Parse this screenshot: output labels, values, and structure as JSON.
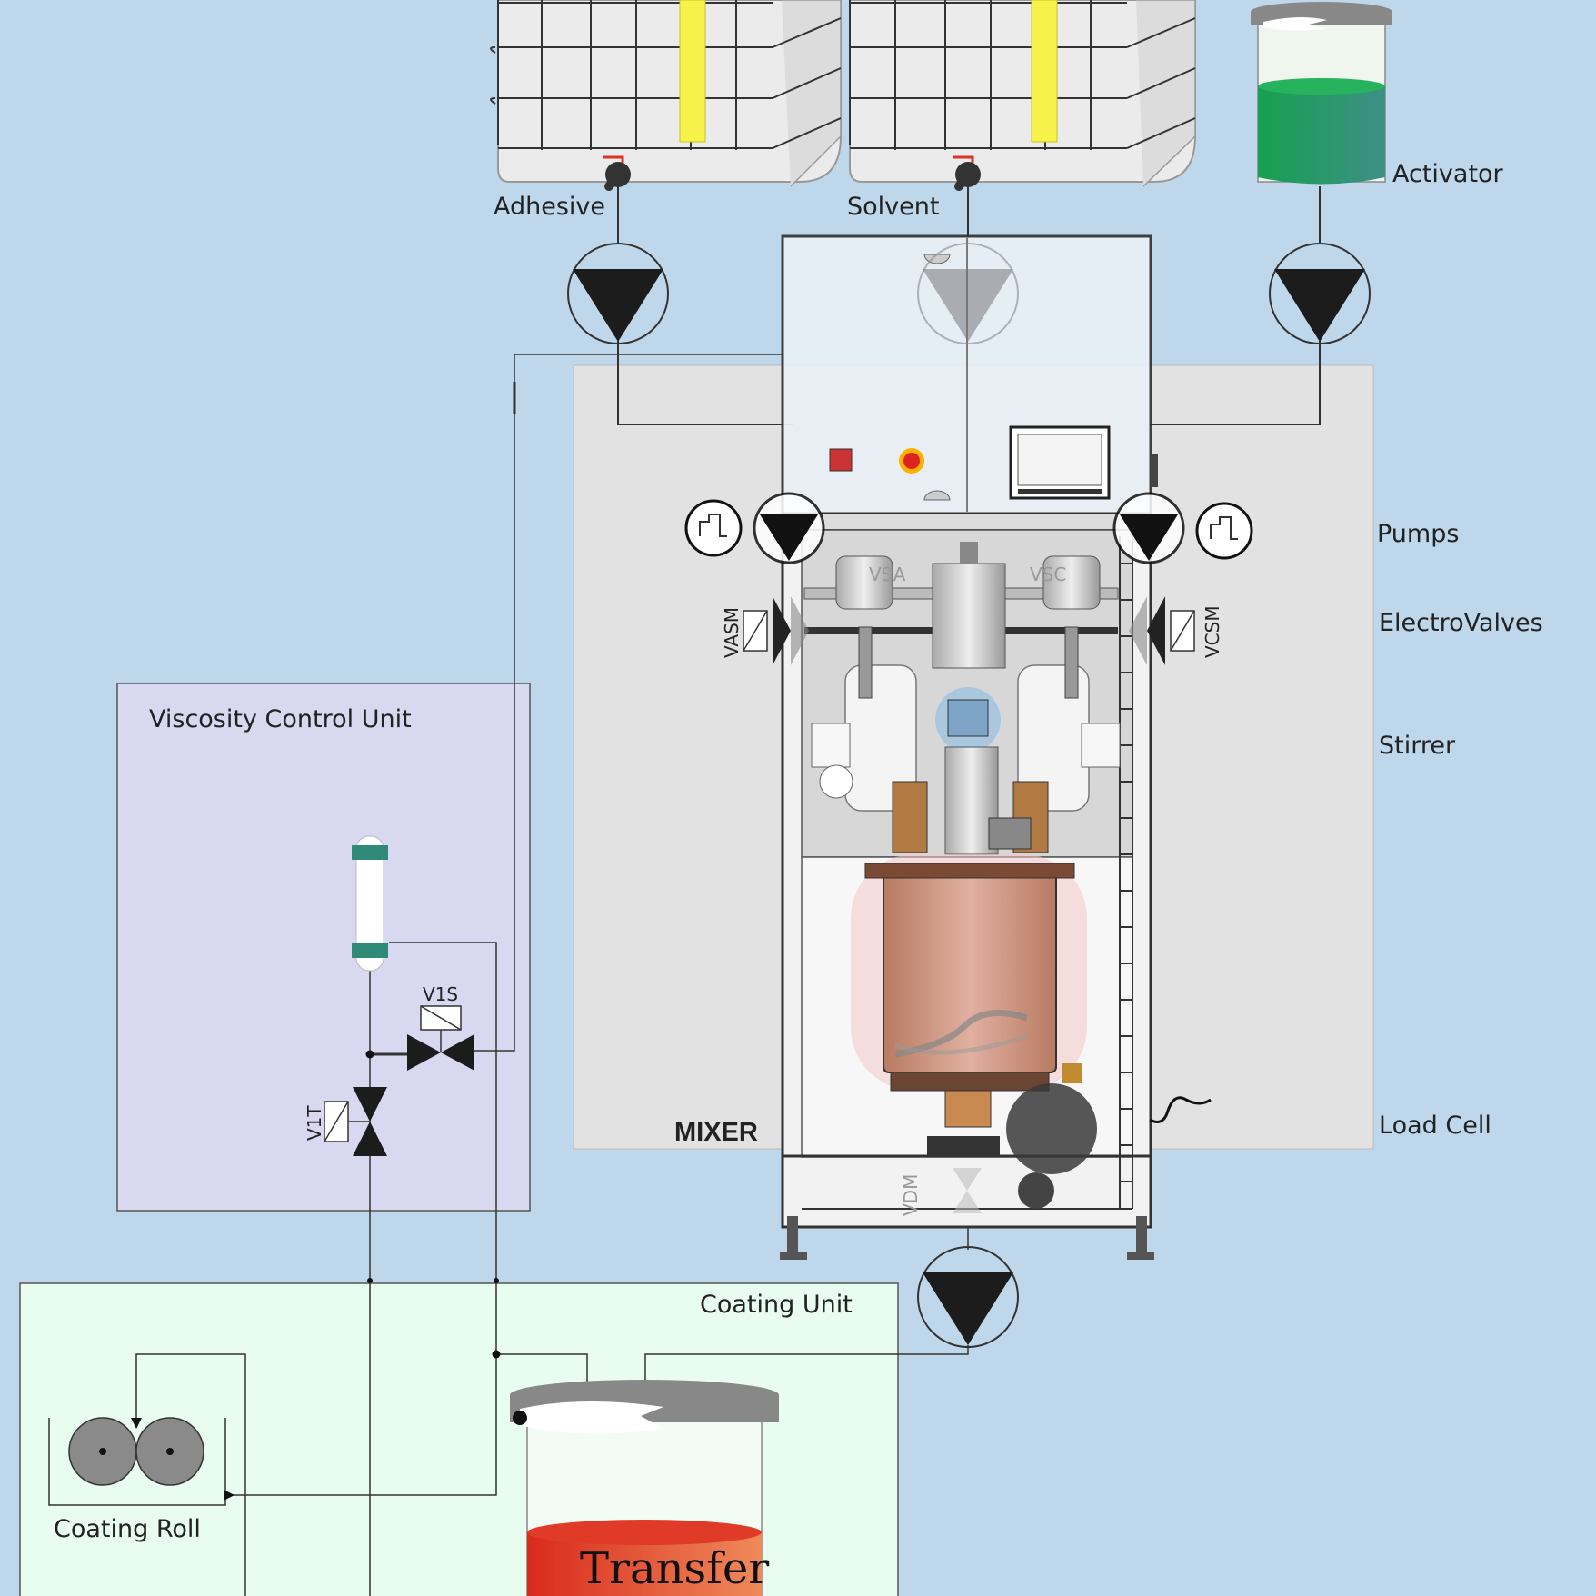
{
  "tanks": {
    "adhesive": "Adhesive",
    "solvent": "Solvent",
    "activator": "Activator"
  },
  "mixer": {
    "title": "MIXER",
    "side_labels": {
      "pumps": "Pumps",
      "electrovalves": "ElectroValves",
      "stirrer": "Stirrer",
      "load_cell": "Load Cell"
    },
    "valves": {
      "vasm": "VASM",
      "vcsm": "VCSM",
      "vsa": "VSA",
      "vsc": "VSC",
      "vdm": "VDM"
    }
  },
  "viscosity_unit": {
    "title": "Viscosity Control Unit",
    "valve_v1s": "V1S",
    "valve_v1t": "V1T"
  },
  "coating_unit": {
    "title": "Coating Unit",
    "roll": "Coating Roll",
    "transfer": "Transfer"
  },
  "colors": {
    "background": "#bfd7ea",
    "viscosity_box": "#d8d8f0",
    "coating_box": "#e8fcef",
    "mixer_panel": "#e2e2e2",
    "activator_liquid": "#1e9a56",
    "transfer_liquid": "#e23a22",
    "tank_stripe": "#f7f24a"
  }
}
